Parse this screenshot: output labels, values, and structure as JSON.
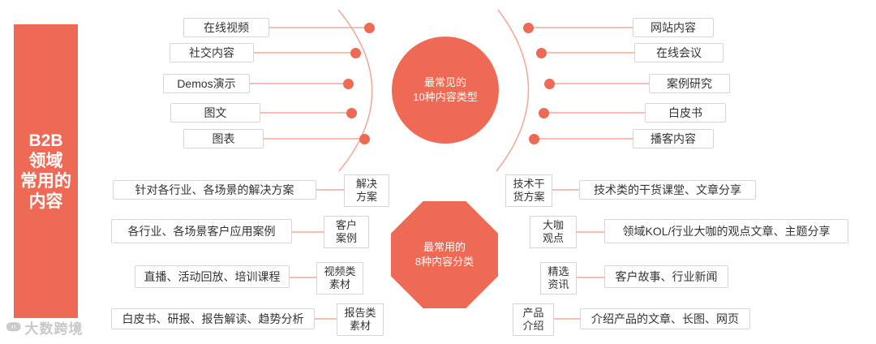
{
  "sidebar": {
    "title": "B2B\n领域\n常用的\n内容"
  },
  "hub_top": {
    "text": "最常见的\n10种内容类型"
  },
  "hub_bottom": {
    "text": "最常用的\n8种内容分类"
  },
  "top_left": [
    "在线视频",
    "社交内容",
    "Demos演示",
    "图文",
    "图表"
  ],
  "top_right": [
    "网站内容",
    "在线会议",
    "案例研究",
    "白皮书",
    "播客内容"
  ],
  "bottom_left": [
    {
      "desc": "针对各行业、各场景的解决方案",
      "tag": "解决\n方案"
    },
    {
      "desc": "各行业、各场景客户应用案例",
      "tag": "客户\n案例"
    },
    {
      "desc": "直播、活动回放、培训课程",
      "tag": "视频类\n素材"
    },
    {
      "desc": "白皮书、研报、报告解读、趋势分析",
      "tag": "报告类\n素材"
    }
  ],
  "bottom_right": [
    {
      "tag": "技术干\n货方案",
      "desc": "技术类的干货课堂、文章分享"
    },
    {
      "tag": "大咖\n观点",
      "desc": "领域KOL/行业大咖的观点文章、主题分享"
    },
    {
      "tag": "精选\n资讯",
      "desc": "客户故事、行业新闻"
    },
    {
      "tag": "产品\n介绍",
      "desc": "介绍产品的文章、长图、网页"
    }
  ],
  "watermark": {
    "text": "大数跨境"
  },
  "colors": {
    "accent": "#ee6a54",
    "line": "#f0a898",
    "border": "#d6d6d6"
  }
}
